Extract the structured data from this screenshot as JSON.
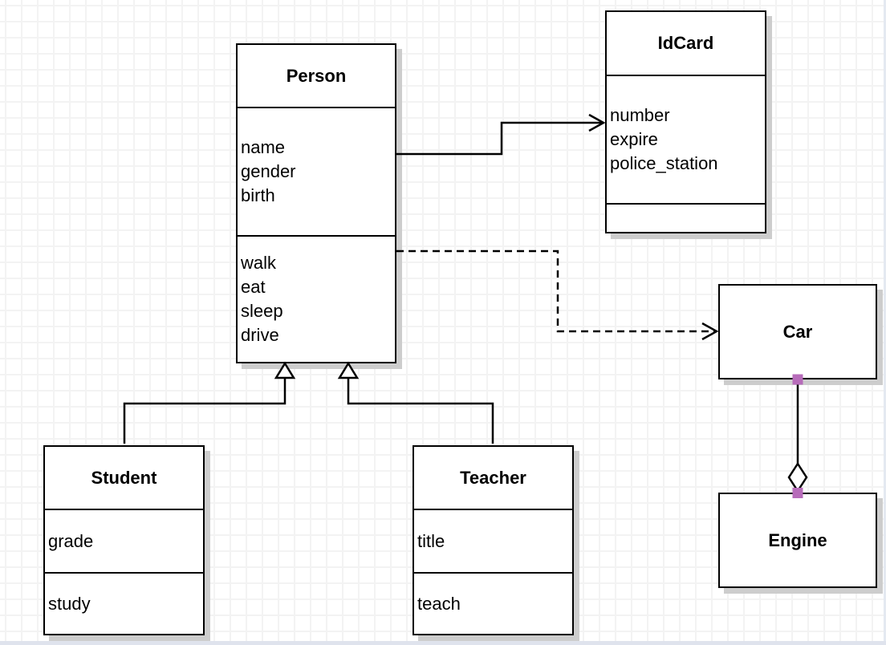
{
  "diagram": {
    "kind": "uml-class-diagram",
    "classes": [
      {
        "name": "Person",
        "attributes": [
          "name",
          "gender",
          "birth"
        ],
        "methods": [
          "walk",
          "eat",
          "sleep",
          "drive"
        ]
      },
      {
        "name": "IdCard",
        "attributes": [
          "number",
          "expire",
          "police_station"
        ],
        "methods": []
      },
      {
        "name": "Car",
        "attributes": [],
        "methods": []
      },
      {
        "name": "Engine",
        "attributes": [],
        "methods": []
      },
      {
        "name": "Student",
        "attributes": [
          "grade"
        ],
        "methods": [
          "study"
        ]
      },
      {
        "name": "Teacher",
        "attributes": [
          "title"
        ],
        "methods": [
          "teach"
        ]
      }
    ],
    "relationships": [
      {
        "from": "Person",
        "to": "IdCard",
        "type": "association",
        "line_style": "solid",
        "arrow": "open-arrow"
      },
      {
        "from": "Person",
        "to": "Car",
        "type": "dependency",
        "line_style": "dashed",
        "arrow": "open-arrow"
      },
      {
        "from": "Student",
        "to": "Person",
        "type": "generalization",
        "line_style": "solid",
        "arrow": "hollow-triangle"
      },
      {
        "from": "Teacher",
        "to": "Person",
        "type": "generalization",
        "line_style": "solid",
        "arrow": "hollow-triangle"
      },
      {
        "from": "Car",
        "to": "Engine",
        "type": "aggregation",
        "line_style": "solid",
        "arrow": "hollow-diamond",
        "endpoint_handles_visible": true
      }
    ],
    "colors": {
      "box_fill": "#ffffff",
      "stroke": "#000000",
      "box_shadow": "#cdcdcd",
      "grid_line": "#f3f3f3",
      "endpoint_handle": "#b76cba",
      "canvas_edge": "#dfe3ed"
    }
  }
}
